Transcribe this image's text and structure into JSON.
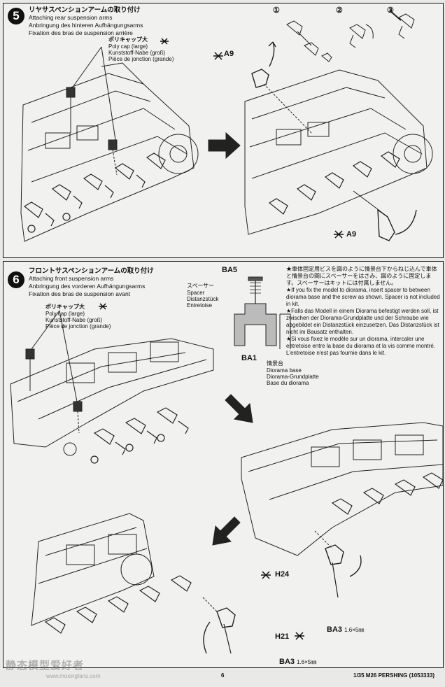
{
  "step5": {
    "number": "5",
    "title_jp": "リヤサスペンションアームの取り付け",
    "title_en": "Attaching rear suspension arms",
    "title_de": "Anbringung des hinteren Aufhängungsarms",
    "title_fr": "Fixation des bras de suspension arrière",
    "polycap_jp": "ポリキャップ大",
    "polycap_en": "Poly cap (large)",
    "polycap_de": "Kunststoff-Nabe (groß)",
    "polycap_fr": "Pièce de jonction (grande)",
    "part_top": "A9",
    "part_bottom": "A9",
    "sub1": "①",
    "sub2": "②",
    "sub3": "③"
  },
  "step6": {
    "number": "6",
    "title_jp": "フロントサスペンションアームの取り付け",
    "title_en": "Attaching front suspension arms",
    "title_de": "Anbringung des vorderen Aufhängungsarms",
    "title_fr": "Fixation des bras de suspension avant",
    "polycap_jp": "ポリキャップ大",
    "polycap_en": "Poly cap (large)",
    "polycap_de": "Kunststoff-Nabe (groß)",
    "polycap_fr": "Pièce de jonction (grande)",
    "ba5": "BA5",
    "ba1": "BA1",
    "spacer_jp": "スペーサー",
    "spacer_en": "Spacer",
    "spacer_de": "Distanzstück",
    "spacer_fr": "Entretoise",
    "base_jp": "情景台",
    "base_en": "Diorama base",
    "base_de": "Diorama-Grundplatte",
    "base_fr": "Base du diorama",
    "note_jp": "★車体固定用ビスを図のように情景台下からねじ込んで車体と情景台の間にスペーサーをはさみ、図のように固定します。スペーサーはキットには付属しません。",
    "note_en": "★If you fix the model to diorama, insert spacer to between diorama base and the screw as shown. Spacer is not included in kit.",
    "note_de": "★Falls das Modell in einem Diorama befestigt werden soll, ist zwischen der Diorama-Grundplatte und der Schraube wie abgebildet ein Distanzstück einzusetzen. Das Distanzstück ist nicht im Bausatz enthalten.",
    "note_fr": "★Si vous fixez le modèle sur un diorama, intercaler une entretoise entre la base du diorama et la vis comme montré. L'entretoise n'est pas fournie dans le kit.",
    "h24": "H24",
    "h21": "H21",
    "ba3_right": "BA3",
    "ba3_right_size": "1.6×5㎜",
    "ba3_bottom": "BA3",
    "ba3_bottom_size": "1.6×5㎜"
  },
  "footer": {
    "page": "6",
    "product": "1/35 M26 PERSHING (1053333)"
  },
  "watermark": {
    "site_cn": "静态模型爱好者",
    "url": "www.moxingfans.com"
  },
  "icons": [
    "cutter-icon",
    "arrow-right-icon",
    "arrow-diagonal-icon"
  ]
}
